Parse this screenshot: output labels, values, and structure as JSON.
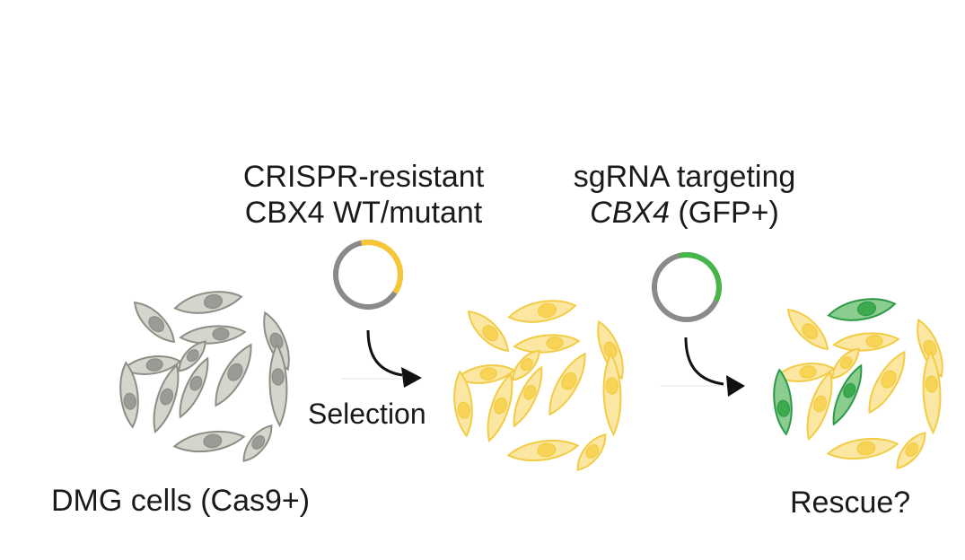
{
  "figure": {
    "plasmid1_label_line1": "CRISPR-resistant",
    "plasmid1_label_line2": "CBX4 WT/mutant",
    "plasmid2_label_line1": "sgRNA targeting",
    "plasmid2_label_line2_italic": "CBX4",
    "plasmid2_label_line2_rest": " (GFP+)",
    "selection_label": "Selection",
    "dmg_label": "DMG cells (Cas9+)",
    "rescue_label": "Rescue?"
  },
  "colors": {
    "gray_cell_fill": "#d6d5cd",
    "gray_cell_stroke": "#8e8e86",
    "gray_nucleus": "#9a9a96",
    "yellow_cell_fill": "#fbe7a2",
    "yellow_cell_stroke": "#f2cc45",
    "yellow_nucleus": "#f7d356",
    "green_cell_fill": "#8bcc8f",
    "green_cell_stroke": "#2e9a48",
    "green_nucleus": "#3daa4e",
    "plasmid_gray": "#8a8a8a",
    "plasmid_yellow": "#f6c634",
    "plasmid_green": "#46b649",
    "arrow": "#111111"
  }
}
